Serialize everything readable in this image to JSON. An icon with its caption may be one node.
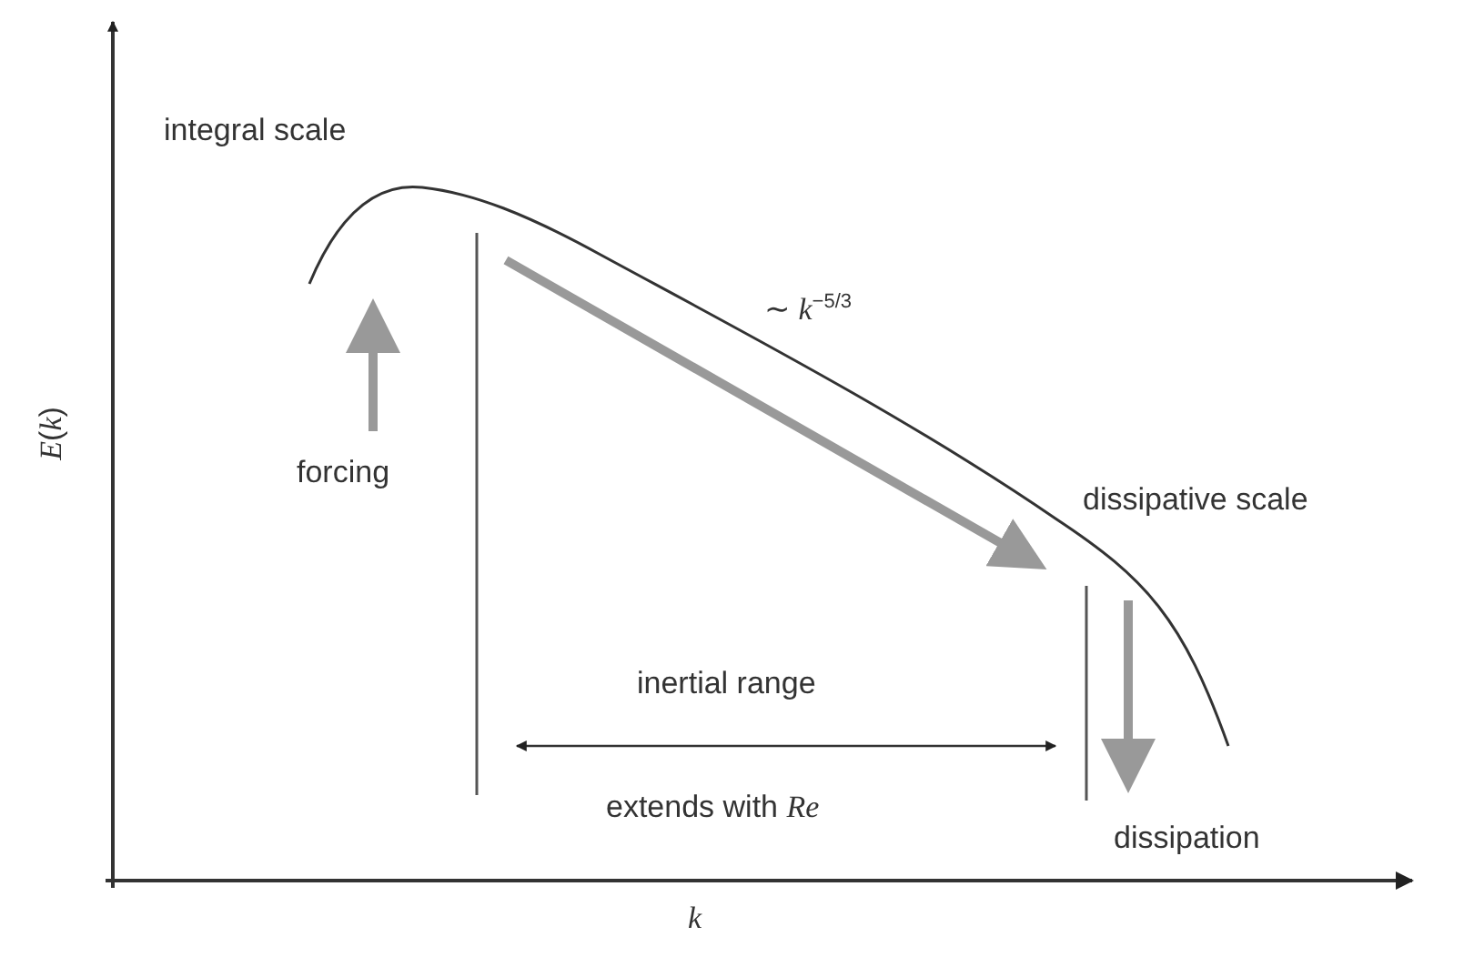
{
  "diagram": {
    "labels": [
      "integral scale",
      "∼ *k*$^{−5/3}$",
      "*E*(*k*)",
      "forcing",
      "dissipative scale",
      "inertial range",
      "extends with *Re*",
      "dissipation",
      "*k*"
    ]
  }
}
